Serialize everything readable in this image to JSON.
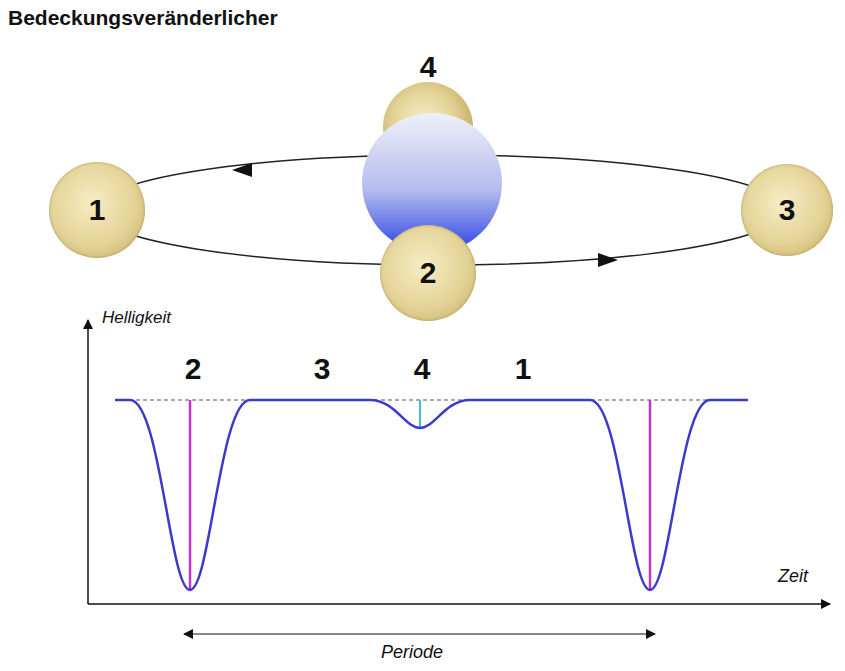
{
  "diagram": {
    "title": "Bedeckungsveränderlicher",
    "nodes": [
      {
        "text": [
          "4"
        ]
      },
      {
        "text": [
          "1"
        ]
      },
      {
        "text": [
          "3"
        ]
      },
      {
        "text": [
          "2"
        ]
      }
    ],
    "labels": [
      "Helligkeit",
      "2",
      "3",
      "4",
      "1",
      "Zeit",
      "Periode"
    ]
  }
}
